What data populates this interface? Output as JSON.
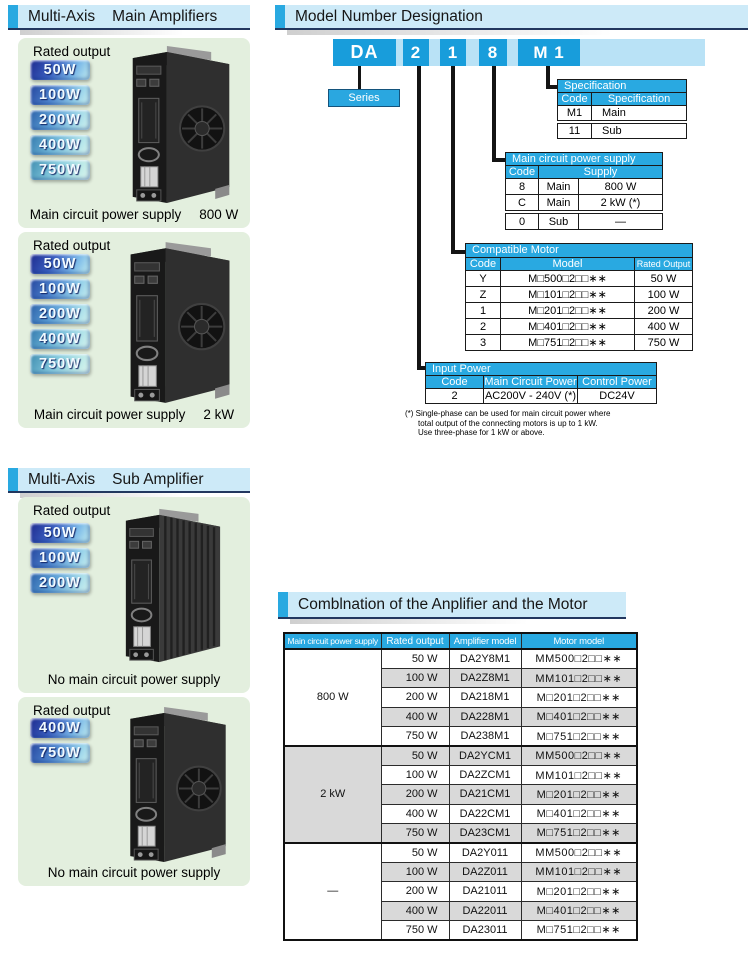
{
  "colors": {
    "accent_blue": "#29a9e1",
    "code_box_blue": "#189ddb",
    "band_blue": "#b9e2f6",
    "header_bg": "#cdeaf8",
    "panel_green": "#e3efde",
    "stripe_gray": "#d9d9d9"
  },
  "main_amplifiers": {
    "title_1": "Multi-Axis",
    "title_2": "Main Amplifiers",
    "panels": [
      {
        "rated_output_label": "Rated output",
        "badges": [
          "50W",
          "100W",
          "200W",
          "400W",
          "750W"
        ],
        "caption": "Main circuit power supply",
        "caption_value": "800 W"
      },
      {
        "rated_output_label": "Rated output",
        "badges": [
          "50W",
          "100W",
          "200W",
          "400W",
          "750W"
        ],
        "caption": "Main circuit power supply",
        "caption_value": "2 kW"
      }
    ]
  },
  "sub_amplifier": {
    "title_1": "Multi-Axis",
    "title_2": "Sub Amplifier",
    "panels": [
      {
        "rated_output_label": "Rated output",
        "badges": [
          "50W",
          "100W",
          "200W"
        ],
        "caption": "No main circuit power supply",
        "caption_value": ""
      },
      {
        "rated_output_label": "Rated output",
        "badges": [
          "400W",
          "750W"
        ],
        "caption": "No main circuit power supply",
        "caption_value": ""
      }
    ]
  },
  "model_number": {
    "title": "Model Number Designation",
    "codes": [
      "DA",
      "2",
      "1",
      "8",
      "M 1"
    ],
    "series_label": "Series",
    "specification": {
      "title": "Specification",
      "headers": [
        "Code",
        "Specification"
      ],
      "rows": [
        [
          "M1",
          "Main"
        ],
        [
          "11",
          "Sub"
        ]
      ]
    },
    "power_supply": {
      "title": "Main circuit power supply",
      "headers": [
        "Code",
        "Supply"
      ],
      "rows": [
        [
          "8",
          "Main",
          "800 W"
        ],
        [
          "C",
          "Main",
          "2 kW (*)"
        ],
        [
          "0",
          "Sub",
          "—"
        ]
      ]
    },
    "compatible_motor": {
      "title": "Compatible Motor",
      "headers": [
        "Code",
        "Model",
        "Rated Output"
      ],
      "rows": [
        [
          "Y",
          "M□500□2□□∗∗",
          "50 W"
        ],
        [
          "Z",
          "M□101□2□□∗∗",
          "100 W"
        ],
        [
          "1",
          "M□201□2□□∗∗",
          "200 W"
        ],
        [
          "2",
          "M□401□2□□∗∗",
          "400 W"
        ],
        [
          "3",
          "M□751□2□□∗∗",
          "750 W"
        ]
      ]
    },
    "input_power": {
      "title": "Input Power",
      "headers": [
        "Code",
        "Main Circuit Power",
        "Control Power"
      ],
      "rows": [
        [
          "2",
          "AC200V - 240V (*)",
          "DC24V"
        ]
      ]
    },
    "footnote": [
      "(*) Single-phase can be used for main circuit power where",
      "total output of the connecting motors is up to 1 kW.",
      "Use three-phase for 1 kW or above."
    ]
  },
  "combination": {
    "title": "Comblnation of the Anplifier and the Motor",
    "headers": [
      "Main circuit power supply",
      "Rated output",
      "Amplifier model",
      "Motor model"
    ],
    "groups": [
      {
        "supply": "800 W",
        "rows": [
          [
            "50 W",
            "DA2Y8M1",
            "MM500□2□□∗∗"
          ],
          [
            "100 W",
            "DA2Z8M1",
            "MM101□2□□∗∗"
          ],
          [
            "200 W",
            "DA218M1",
            "M□201□2□□∗∗"
          ],
          [
            "400 W",
            "DA228M1",
            "M□401□2□□∗∗"
          ],
          [
            "750 W",
            "DA238M1",
            "M□751□2□□∗∗"
          ]
        ]
      },
      {
        "supply": "2 kW",
        "rows": [
          [
            "50 W",
            "DA2YCM1",
            "MM500□2□□∗∗"
          ],
          [
            "100 W",
            "DA2ZCM1",
            "MM101□2□□∗∗"
          ],
          [
            "200 W",
            "DA21CM1",
            "M□201□2□□∗∗"
          ],
          [
            "400 W",
            "DA22CM1",
            "M□401□2□□∗∗"
          ],
          [
            "750 W",
            "DA23CM1",
            "M□751□2□□∗∗"
          ]
        ]
      },
      {
        "supply": "—",
        "rows": [
          [
            "50 W",
            "DA2Y011",
            "MM500□2□□∗∗"
          ],
          [
            "100 W",
            "DA2Z011",
            "MM101□2□□∗∗"
          ],
          [
            "200 W",
            "DA21011",
            "M□201□2□□∗∗"
          ],
          [
            "400 W",
            "DA22011",
            "M□401□2□□∗∗"
          ],
          [
            "750 W",
            "DA23011",
            "M□751□2□□∗∗"
          ]
        ]
      }
    ]
  }
}
